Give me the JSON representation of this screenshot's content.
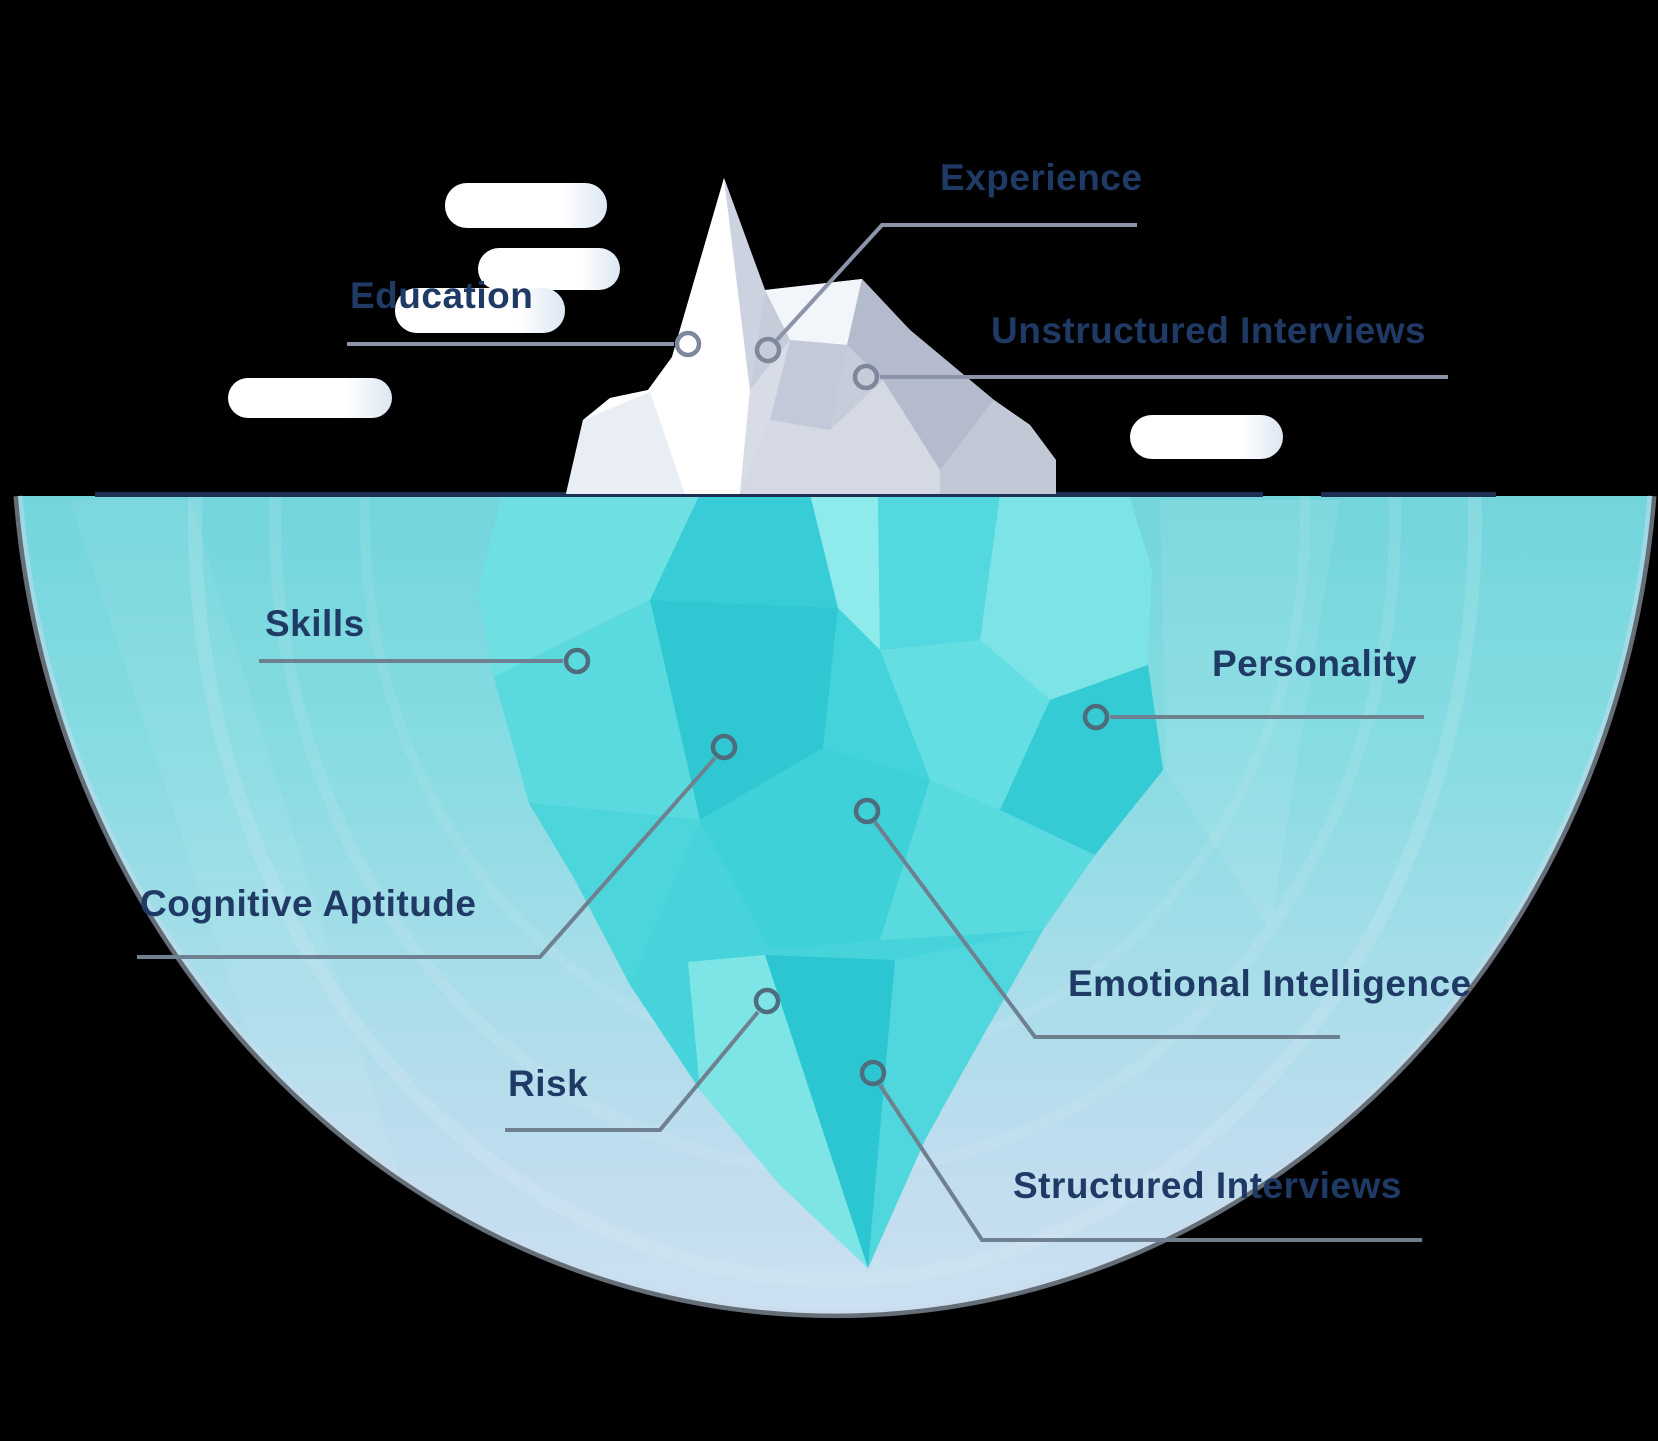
{
  "labels": {
    "experience": "Experience",
    "education": "Education",
    "unstructured_interviews": "Unstructured Interviews",
    "skills": "Skills",
    "personality": "Personality",
    "cognitive_aptitude": "Cognitive Aptitude",
    "emotional_intelligence": "Emotional Intelligence",
    "risk": "Risk",
    "structured_interviews": "Structured Interviews"
  },
  "groups": {
    "above_water": [
      "Experience",
      "Education",
      "Unstructured Interviews"
    ],
    "below_water": [
      "Skills",
      "Personality",
      "Cognitive Aptitude",
      "Emotional Intelligence",
      "Risk",
      "Structured Interviews"
    ]
  },
  "colors": {
    "background": "#000000",
    "water_surface_line": "#1e2f54",
    "water_top": "#73d5dc",
    "water_bottom": "#d2e3f3",
    "iceberg_above_water": "#c6ccda",
    "iceberg_below_water": "#46d4da",
    "label_text": "#203a66",
    "connector_line": "#8b94a8",
    "cloud": "#ffffff"
  }
}
